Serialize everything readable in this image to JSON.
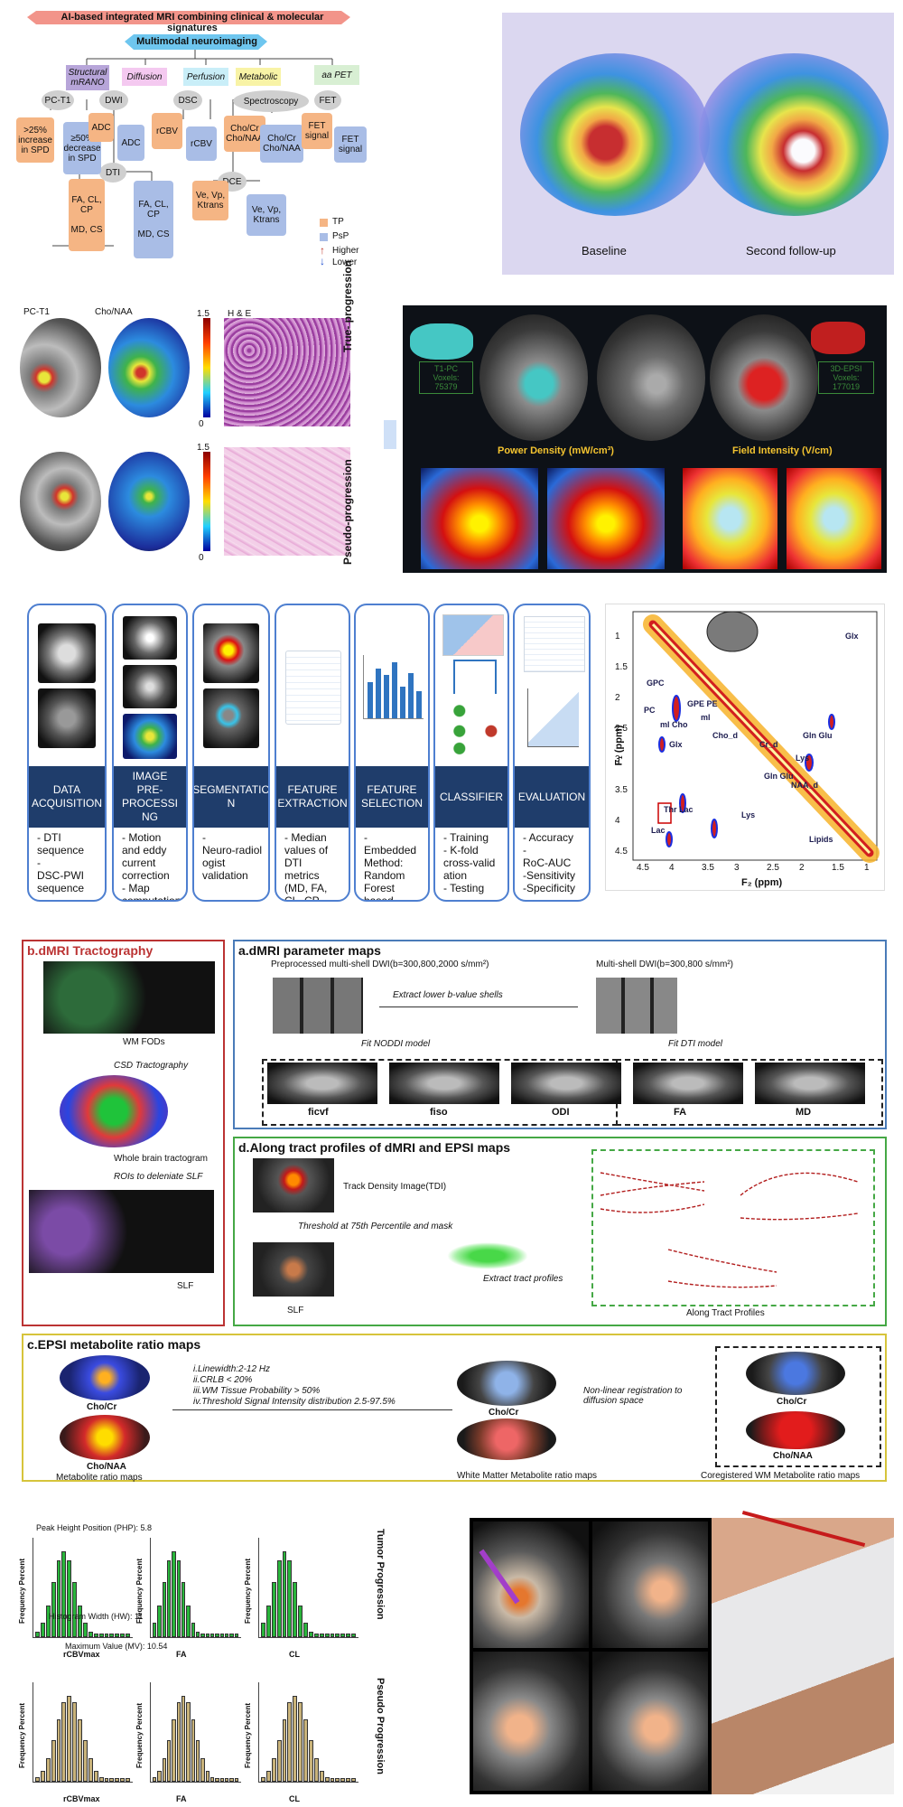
{
  "header": {
    "banner": "AI-based integrated MRI combining clinical & molecular signatures",
    "multimodal": "Multimodal neuroimaging"
  },
  "categories": {
    "structural": "Structural\nmRANO",
    "diffusion": "Diffusion",
    "perfusion": "Perfusion",
    "metabolic": "Metabolic",
    "aapet": "aa PET"
  },
  "techniques": {
    "pct1": "PC-T1",
    "dwi": "DWI",
    "dsc": "DSC",
    "spectroscopy": "Spectroscopy",
    "fet": "FET",
    "dti": "DTI",
    "dce": "DCE"
  },
  "boxes": {
    "increase_spd": ">25% increase in SPD",
    "decrease_spd": "≥50% decrease in SPD",
    "adc_tp": "ADC",
    "adc_psp": "ADC",
    "rcbv_tp": "rCBV",
    "rcbv_psp": "rCBV",
    "chocr_tp": "Cho/Cr\nCho/NAA",
    "chocr_psp": "Cho/Cr\nCho/NAA",
    "fet_tp": "FET signal",
    "fet_psp": "FET signal",
    "dti_tp": "FA, CL, CP\n\nMD, CS",
    "dti_psp": "FA, CL, CP\n\nMD, CS",
    "dce_tp": "Ve, Vp, Ktrans",
    "dce_psp": "Ve, Vp, Ktrans"
  },
  "legend": {
    "tp": "TP",
    "psp": "PsP",
    "higher": "Higher",
    "lower": "Lower"
  },
  "colors": {
    "tp": "#f5b584",
    "psp": "#a9bde6",
    "higher": "#c0392b",
    "lower": "#1f4fd1",
    "banner": "#f2948a",
    "multimodal": "#6ec6ef"
  },
  "brain3d": {
    "baseline": "Baseline",
    "followup": "Second follow-up"
  },
  "panel2": {
    "pct1": "PC-T1",
    "chonaa": "Cho/NAA",
    "he": "H & E",
    "scale_max": "1.5",
    "scale_min": "0",
    "true_prog": "True- progression",
    "pseudo_prog": "Pseudo-progression"
  },
  "panel3": {
    "t1pc": "T1-PC\nVoxels:\n75379",
    "epsi": "3D-EPSI\nVoxels:\n177019",
    "power": "Power Density (mW/cm³)",
    "field": "Field Intensity (V/cm)"
  },
  "pipeline": [
    {
      "band": "DATA\nACQUISITION",
      "desc": "- DTI\nsequence\n-\nDSC-PWI\nsequence"
    },
    {
      "band": "IMAGE\nPRE-PROCESSI\nNG",
      "desc": "- Motion\nand eddy\ncurrent\ncorrection\n- Map\ncomputation\n-\nRegistration"
    },
    {
      "band": "SEGMENTATIO\nN",
      "desc": "-\nNeuro-radiol\nogist\nvalidation"
    },
    {
      "band": "FEATURE\nEXTRACTION",
      "desc": "- Median\nvalues of\nDTI\nmetrics\n(MD, FA,\nCL, CP,\nrCBV)"
    },
    {
      "band": "FEATURE\nSELECTION",
      "desc": "-\nEmbedded\nMethod:\nRandom\nForest\nbased\nfeature\nimportanc\ne"
    },
    {
      "band": "CLASSIFIER",
      "desc": "- Training\n- K-fold\ncross-valid\nation\n- Testing"
    },
    {
      "band": "EVALUATION",
      "desc": "- Accuracy\n-\nRoC-AUC\n-Sensitivity\n-Specificity"
    }
  ],
  "spectrum": {
    "ylabel": "F₁ (ppm)",
    "xlabel": "F₂ (ppm)",
    "x_ticks": [
      "4.5",
      "4",
      "3.5",
      "3",
      "2.5",
      "2",
      "1.5",
      "1"
    ],
    "y_ticks": [
      "4.5",
      "4",
      "3.5",
      "3",
      "2.5",
      "2",
      "1.5",
      "1"
    ],
    "peaks": [
      "Glx",
      "GPC",
      "PC",
      "GPE PE",
      "ml",
      "Cho_d",
      "Cr_d",
      "Lys",
      "Gln Glu",
      "Glx",
      "NAA_d",
      "Thr Lac",
      "Lac",
      "Lys",
      "Lipids",
      "ml Cho",
      "Gln Glu"
    ]
  },
  "dmri": {
    "b_title": "b.dMRI Tractography",
    "a_title": "a.dMRI parameter maps",
    "preproc": "Preprocessed multi-shell DWI(b=300,800,2000 s/mm²)",
    "multishell": "Multi-shell DWI(b=300,800 s/mm²)",
    "extract_lower": "Extract lower b-value shells",
    "fit_noddi": "Fit NODDI model",
    "fit_dti": "Fit DTI model",
    "maps": [
      "ficvf",
      "fiso",
      "ODI",
      "FA",
      "MD"
    ],
    "wm_fods": "WM FODs",
    "csd": "CSD Tractography",
    "whole_brain": "Whole brain tractogram",
    "rois": "ROIs to deleniate SLF",
    "slf": "SLF",
    "d_title": "d.Along tract profiles of dMRI and EPSI maps",
    "tdi": "Track Density Image(TDI)",
    "threshold": "Threshold at 75th Percentile and mask",
    "slf2": "SLF",
    "extract_profiles": "Extract tract profiles",
    "along_tract": "Along Tract Profiles",
    "c_title": "c.EPSI metabolite ratio maps",
    "criteria": [
      "i.Linewidth:2-12 Hz",
      "ii.CRLB < 20%",
      "iii.WM Tissue Probability > 50%",
      "iv.Threshold Signal Intensity distribution 2.5-97.5%"
    ],
    "chocr": "Cho/Cr",
    "chonaa": "Cho/NAA",
    "metab_maps": "Metabolite ratio maps",
    "wm_metab": "White Matter Metabolite ratio maps",
    "nonlinear": "Non-linear registration to diffusion space",
    "coreg": "Coregistered WM Metabolite ratio maps"
  },
  "histograms": {
    "php": "Peak Height Position (PHP): 5.8",
    "hmw": "Histogram Width (HW): 11",
    "mv": "Maximum Value (MV): 10.54",
    "ylabel": "Frequency Percent",
    "tumor": "Tumor Progression",
    "pseudo": "Pseudo Progression",
    "x_labels": [
      "rCBVmax",
      "FA",
      "CL",
      "rCBVmax",
      "FA",
      "CL"
    ]
  }
}
